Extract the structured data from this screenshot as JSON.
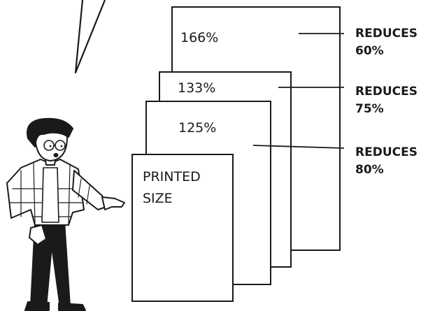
{
  "sheets": {
    "s166": {
      "label": "166%"
    },
    "s133": {
      "label": "133%"
    },
    "s125": {
      "label": "125%"
    },
    "printed": {
      "line1": "PRINTED",
      "line2": "SIZE"
    }
  },
  "callouts": [
    {
      "word": "REDUCES",
      "pct": "60%"
    },
    {
      "word": "REDUCES",
      "pct": "75%"
    },
    {
      "word": "REDUCES",
      "pct": "80%"
    }
  ],
  "colors": {
    "ink": "#1a1a1a",
    "paper": "#ffffff"
  }
}
